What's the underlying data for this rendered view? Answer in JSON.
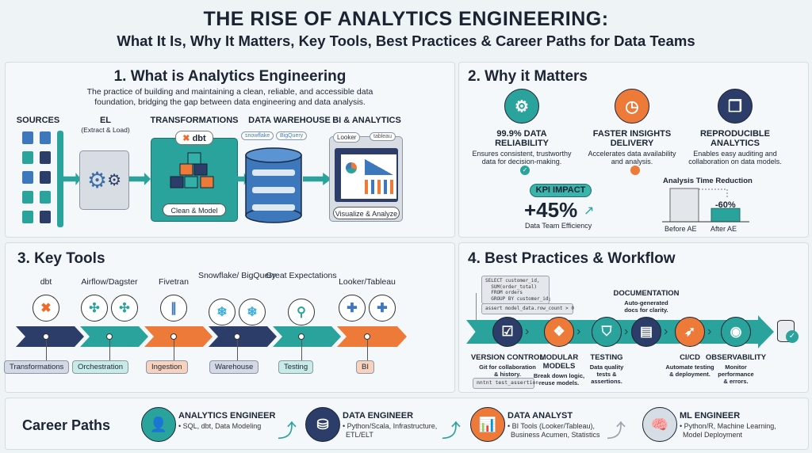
{
  "header": {
    "title": "THE RISE OF ANALYTICS ENGINEERING:",
    "subtitle": "What It Is, Why It Matters, Key Tools, Best Practices & Career Paths for Data Teams"
  },
  "colors": {
    "teal": "#2aa39c",
    "navy": "#2b3d68",
    "orange": "#ee7a3a",
    "background": "#eef3f6"
  },
  "section1": {
    "title": "1. What is Analytics Engineering",
    "description_line1": "The practice of building and maintaining a clean, reliable, and accessible data",
    "description_line2": "foundation, bridging the gap between data engineering and data analysis.",
    "sources_label": "SOURCES",
    "el_label": "EL",
    "el_sub": "(Extract & Load)",
    "transform_label": "TRANSFORMATIONS",
    "dbt_badge": "dbt",
    "transform_caption": "Clean & Model",
    "warehouse_label": "DATA WAREHOUSE",
    "warehouse_badges": [
      "snowflake",
      "BigQuery"
    ],
    "bi_label": "BI & ANALYTICS",
    "bi_badges": [
      "Looker",
      "tableau"
    ],
    "bi_caption": "Visualize & Analyze"
  },
  "section2": {
    "title": "2. Why it Matters",
    "benefits": [
      {
        "title1": "99.9% DATA",
        "title2": "RELIABILITY",
        "desc1": "Ensures consistent, trustworthy",
        "desc2": "data for decision-making.",
        "icon": "gear-cycle-icon"
      },
      {
        "title1": "FASTER INSIGHTS",
        "title2": "DELIVERY",
        "desc1": "Accelerates data availability",
        "desc2": "and analysis.",
        "icon": "stopwatch-icon"
      },
      {
        "title1": "REPRODUCIBLE",
        "title2": "ANALYTICS",
        "desc1": "Enables easy auditing and",
        "desc2": "collaboration on data models.",
        "icon": "cubes-cycle-icon"
      }
    ],
    "kpi_badge": "KPI IMPACT",
    "kpi_value": "+45%",
    "kpi_caption": "Data Team Efficiency",
    "chart": {
      "title": "Analysis Time Reduction",
      "categories": [
        "Before AE",
        "After AE"
      ],
      "values": [
        100,
        40
      ],
      "annotation": "-60%"
    }
  },
  "section3": {
    "title": "3. Key Tools",
    "tools": [
      {
        "name": "dbt",
        "category": "Transformations",
        "color": "#2b3d68",
        "pill": "#d5d9e6"
      },
      {
        "name": "Airflow/Dagster",
        "category": "Orchestration",
        "color": "#2aa39c",
        "pill": "#c9ebe7"
      },
      {
        "name": "Fivetran",
        "category": "Ingestion",
        "color": "#ee7a3a",
        "pill": "#f8d2bd"
      },
      {
        "name": "Snowflake/ BigQuery",
        "category": "Warehouse",
        "color": "#2b3d68",
        "pill": "#d5d9e6"
      },
      {
        "name": "Great Expectations",
        "category": "Testing",
        "color": "#2aa39c",
        "pill": "#c9ebe7"
      },
      {
        "name": "Looker/Tableau",
        "category": "BI",
        "color": "#ee7a3a",
        "pill": "#f8d2bd"
      }
    ]
  },
  "section4": {
    "title": "4. Best Practices & Workflow",
    "code_snippet": "SELECT customer_id,\n  SUM(order_total)\n  FROM orders\n  GROUP BY customer_id;",
    "assert_snippet": "assert model_data.row_count > 0",
    "test_snippet": "nntnt test_assertion",
    "steps": [
      {
        "title": "VERSION CONTROL",
        "desc": "Git for collaboration\n& history.",
        "color": "#2b3d68",
        "icon": "checklist-icon"
      },
      {
        "title": "MODULAR\nMODELS",
        "desc": "Break down logic,\nreuse models.",
        "color": "#ee7a3a",
        "icon": "modules-icon"
      },
      {
        "title": "TESTING",
        "desc": "Data quality\ntests &\nassertions.",
        "color": "#2aa39c",
        "icon": "shield-check-icon"
      },
      {
        "title": "DOCUMENTATION",
        "desc": "Auto-generated\ndocs for clarity.",
        "color": "#2b3d68",
        "icon": "document-icon"
      },
      {
        "title": "CI/CD",
        "desc": "Automate testing\n& deployment.",
        "color": "#ee7a3a",
        "icon": "rocket-icon"
      },
      {
        "title": "OBSERVABILITY",
        "desc": "Monitor\nperformance\n& errors.",
        "color": "#2aa39c",
        "icon": "eye-icon"
      }
    ]
  },
  "careers": {
    "title": "Career Paths",
    "items": [
      {
        "title": "ANALYTICS ENGINEER",
        "line1": "• SQL, dbt, Data Modeling",
        "line2": "",
        "color": "#2aa39c",
        "icon": "person-laptop-icon"
      },
      {
        "title": "DATA ENGINEER",
        "line1": "• Python/Scala, Infrastructure,",
        "line2": "ETL/ELT",
        "color": "#2b3d68",
        "icon": "database-search-icon"
      },
      {
        "title": "DATA ANALYST",
        "line1": "• BI Tools (Looker/Tableau),",
        "line2": "Business Acumen, Statistics",
        "color": "#ee7a3a",
        "icon": "bar-chart-icon"
      },
      {
        "title": "ML ENGINEER",
        "line1": "• Python/R, Machine Learning,",
        "line2": "Model Deployment",
        "color": "#d6dde4",
        "icon": "brain-icon"
      }
    ]
  }
}
